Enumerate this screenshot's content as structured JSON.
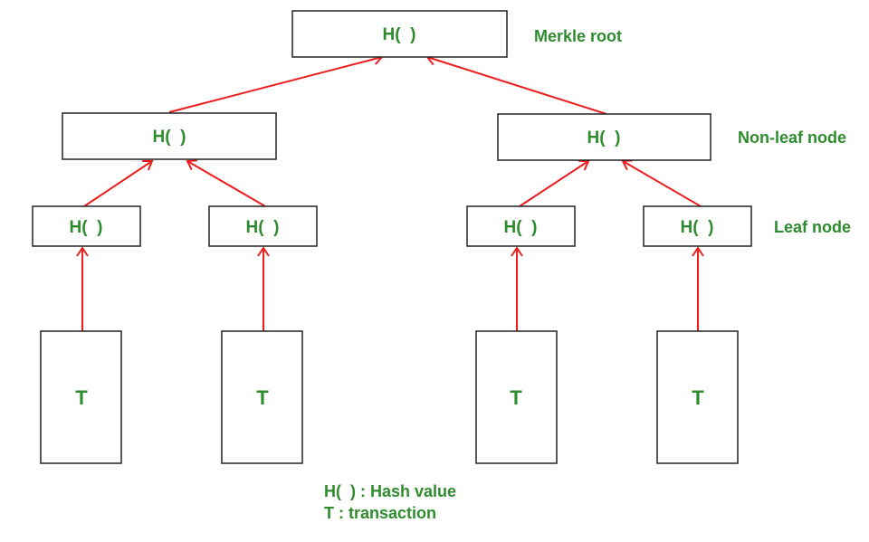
{
  "colors": {
    "text": "#2e8b2e",
    "arrow": "#ee1c1c",
    "box_stroke": "#222222",
    "background": "#ffffff"
  },
  "nodes": {
    "root": "H(  )",
    "nonleaf_left": "H(  )",
    "nonleaf_right": "H(  )",
    "leaf_1": "H(  )",
    "leaf_2": "H(  )",
    "leaf_3": "H(  )",
    "leaf_4": "H(  )",
    "tx_1": "T",
    "tx_2": "T",
    "tx_3": "T",
    "tx_4": "T"
  },
  "level_labels": {
    "root": "Merkle root",
    "nonleaf": "Non-leaf node",
    "leaf": "Leaf node"
  },
  "legend": {
    "hash": "H(  ) : Hash value",
    "transaction": "T : transaction"
  },
  "edges": [
    {
      "from": "nonleaf_left",
      "to": "root"
    },
    {
      "from": "nonleaf_right",
      "to": "root"
    },
    {
      "from": "leaf_1",
      "to": "nonleaf_left"
    },
    {
      "from": "leaf_2",
      "to": "nonleaf_left"
    },
    {
      "from": "leaf_3",
      "to": "nonleaf_right"
    },
    {
      "from": "leaf_4",
      "to": "nonleaf_right"
    },
    {
      "from": "tx_1",
      "to": "leaf_1"
    },
    {
      "from": "tx_2",
      "to": "leaf_2"
    },
    {
      "from": "tx_3",
      "to": "leaf_3"
    },
    {
      "from": "tx_4",
      "to": "leaf_4"
    }
  ]
}
